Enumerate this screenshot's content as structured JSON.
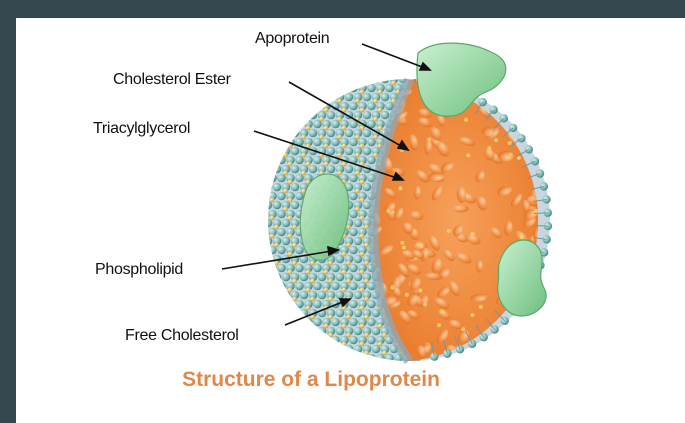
{
  "labels": {
    "apoprotein": "Apoprotein",
    "cholesterol_ester": "Cholesterol Ester",
    "triacylglycerol": "Triacylglycerol",
    "phospholipid": "Phospholipid",
    "free_cholesterol": "Free Cholesterol"
  },
  "caption": "Structure of a Lipoprotein",
  "colors": {
    "frame": "#37474f",
    "caption": "#e0884a",
    "phospholipid_head": "#7fb7b3",
    "free_cholesterol": "#d9b95a",
    "core": "#f08a3c",
    "apoprotein": "#9fd8a8"
  }
}
